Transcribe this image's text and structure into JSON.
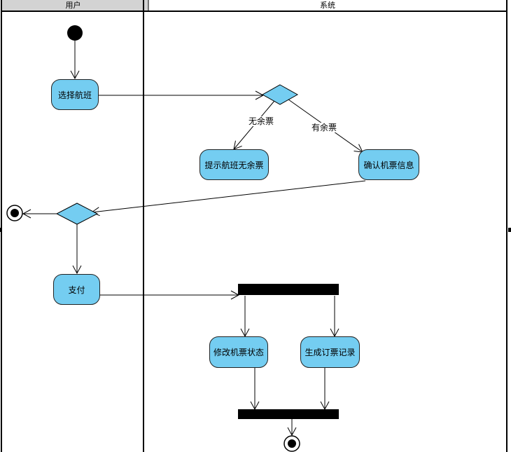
{
  "lanes": {
    "user": "用户",
    "system": "系统"
  },
  "nodes": {
    "select_flight": "选择航班",
    "no_tickets_notice": "提示航班无余票",
    "confirm_ticket_info": "确认机票信息",
    "pay": "支付",
    "update_ticket_status": "修改机票状态",
    "create_order_record": "生成订票记录"
  },
  "edge_labels": {
    "no_tickets": "无余票",
    "has_tickets": "有余票"
  },
  "colors": {
    "action_fill": "#74cdf1",
    "bar": "#000000",
    "lane_header": "#d3d3d3"
  }
}
